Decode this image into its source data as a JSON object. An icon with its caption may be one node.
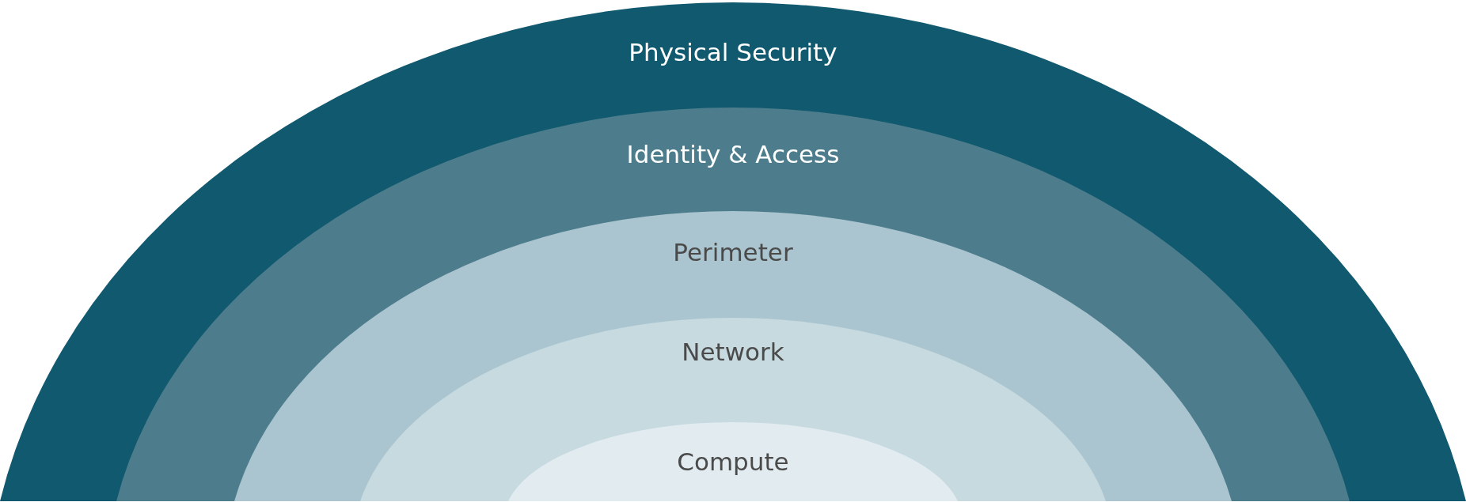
{
  "diagram": {
    "nodes": [
      {
        "text": [
          "Physical Security"
        ]
      },
      {
        "text": [
          "Identity & Access"
        ],
        "in": 0
      },
      {
        "text": [
          "Perimeter"
        ],
        "in": 1
      },
      {
        "text": [
          "Network"
        ],
        "in": 2
      },
      {
        "text": [
          "Compute"
        ],
        "in": 3
      }
    ]
  }
}
